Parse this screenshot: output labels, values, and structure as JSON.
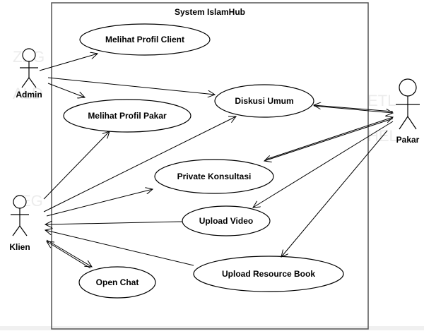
{
  "system": {
    "title": "System IslamHub"
  },
  "actors": {
    "admin": "Admin",
    "klien": "Klien",
    "pakar": "Pakar"
  },
  "use_cases": {
    "profil_client": "Melihat Profil Client",
    "profil_pakar": "Melihat Profil Pakar",
    "diskusi_umum": "Diskusi Umum",
    "private_konsultasi": "Private Konsultasi",
    "upload_video": "Upload Video",
    "open_chat": "Open Chat",
    "upload_resource_book": "Upload Resource Book"
  }
}
